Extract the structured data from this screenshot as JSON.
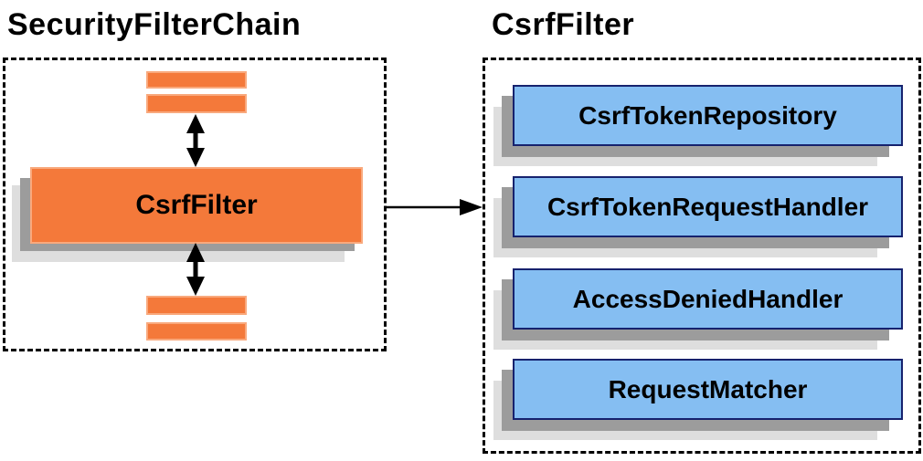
{
  "diagram": {
    "left_panel": {
      "title": "SecurityFilterChain",
      "csrf_filter_label": "CsrfFilter"
    },
    "right_panel": {
      "title": "CsrfFilter",
      "components": [
        {
          "label": "CsrfTokenRepository"
        },
        {
          "label": "CsrfTokenRequestHandler"
        },
        {
          "label": "AccessDeniedHandler"
        },
        {
          "label": "RequestMatcher"
        }
      ]
    },
    "colors": {
      "orange_fill": "#f4793a",
      "orange_border": "#f9a97d",
      "blue_fill": "#85bef2",
      "blue_border": "#16226e",
      "shadow_dark": "#9c9c9c",
      "shadow_light": "#dedede",
      "arrow_color": "#000000"
    }
  }
}
